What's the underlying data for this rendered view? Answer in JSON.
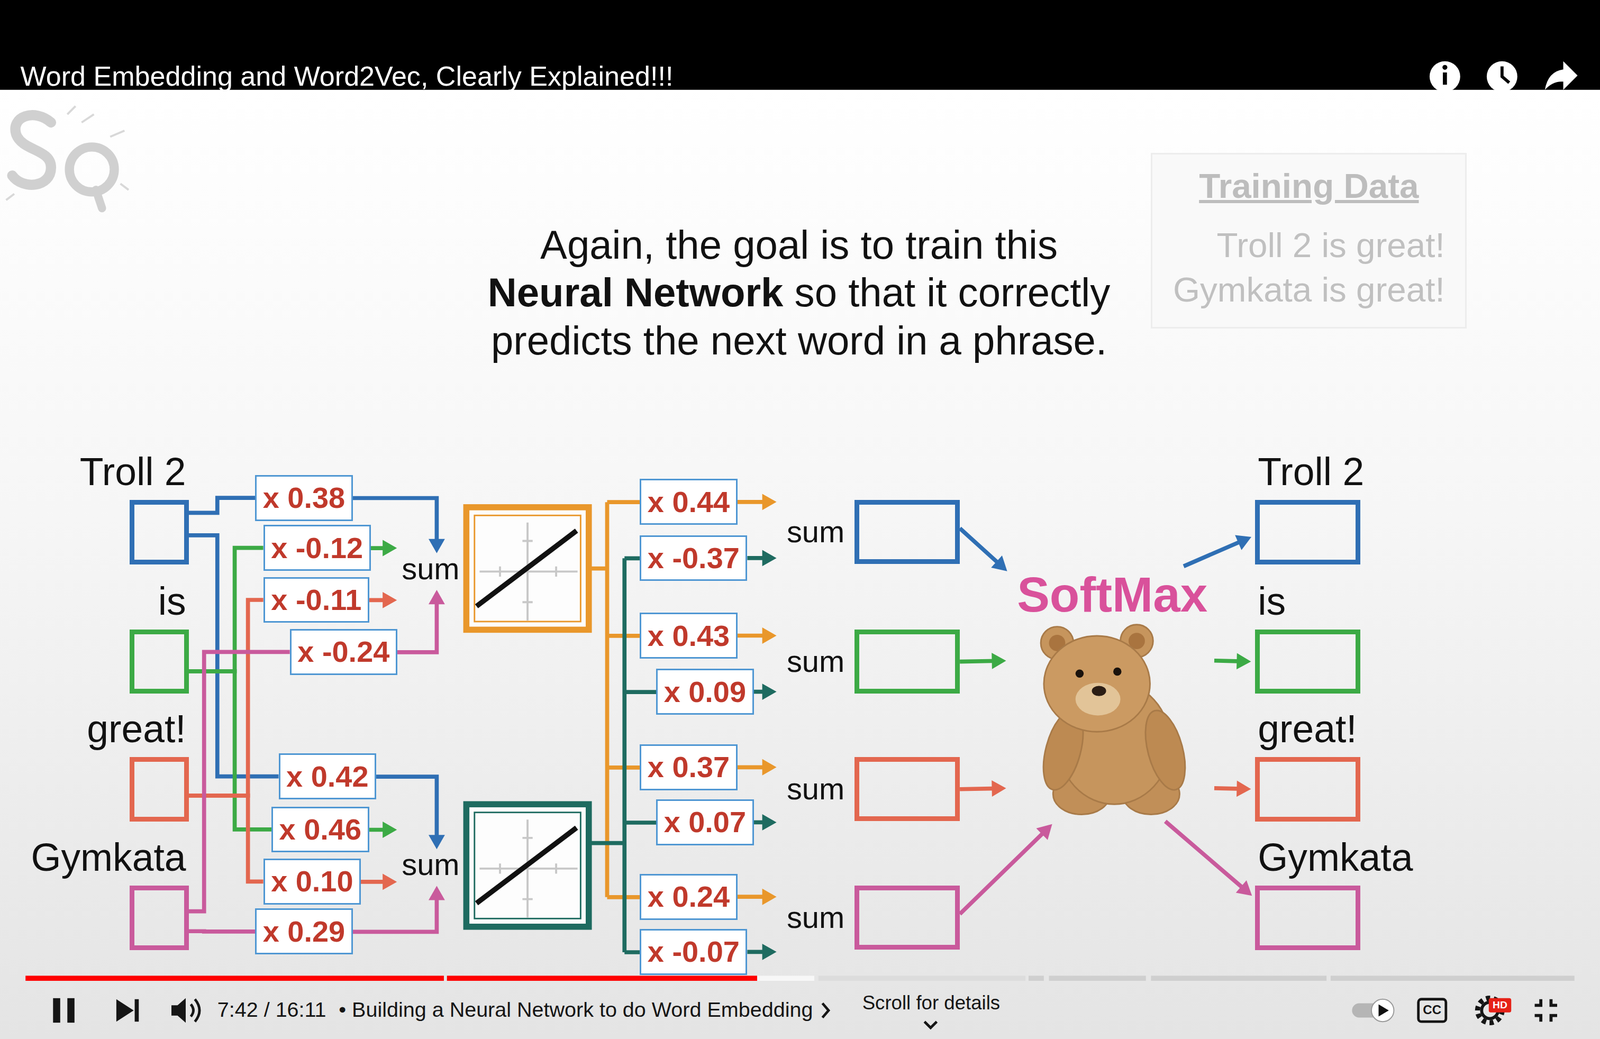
{
  "diagram": {
    "title": "Word Embedding and Word2Vec, Clearly Explained!!!",
    "nodes": [
      {
        "text": [
          "Training Data",
          "Troll 2 is great!",
          "Gymkata is great!"
        ]
      },
      {
        "text": [
          "Troll 2"
        ]
      },
      {
        "text": [
          "is"
        ]
      },
      {
        "text": [
          "great!"
        ]
      },
      {
        "text": [
          "Gymkata"
        ]
      },
      {
        "text": [
          "x 0.38"
        ]
      },
      {
        "text": [
          "x -0.12"
        ]
      },
      {
        "text": [
          "x -0.11"
        ]
      },
      {
        "text": [
          "x -0.24"
        ]
      },
      {
        "text": [
          "x 0.42"
        ]
      },
      {
        "text": [
          "x 0.46"
        ]
      },
      {
        "text": [
          "x 0.10"
        ]
      },
      {
        "text": [
          "x 0.29"
        ]
      },
      {
        "text": [
          "x 0.44"
        ]
      },
      {
        "text": [
          "x -0.37"
        ]
      },
      {
        "text": [
          "x 0.43"
        ]
      },
      {
        "text": [
          "x 0.09"
        ]
      },
      {
        "text": [
          "x 0.37"
        ]
      },
      {
        "text": [
          "x 0.07"
        ]
      },
      {
        "text": [
          "x 0.24"
        ]
      },
      {
        "text": [
          "x -0.07"
        ]
      },
      {
        "text": [
          "sum"
        ]
      },
      {
        "text": [
          "sum"
        ]
      },
      {
        "text": [
          "sum"
        ]
      },
      {
        "text": [
          "sum"
        ]
      },
      {
        "text": [
          "SoftMax"
        ]
      },
      {
        "text": [
          "Troll 2"
        ]
      },
      {
        "text": [
          "is"
        ]
      },
      {
        "text": [
          "great!"
        ]
      },
      {
        "text": [
          "Gymkata"
        ]
      }
    ],
    "edges": [
      {
        "from": 1,
        "to": 5,
        "arrow": "none"
      },
      {
        "from": 1,
        "to": 9,
        "arrow": "none"
      },
      {
        "from": 2,
        "to": 6,
        "arrow": "none"
      },
      {
        "from": 2,
        "to": 10,
        "arrow": "none"
      },
      {
        "from": 3,
        "to": 7,
        "arrow": "none"
      },
      {
        "from": 3,
        "to": 11,
        "arrow": "none"
      },
      {
        "from": 4,
        "to": 8,
        "arrow": "none"
      },
      {
        "from": 4,
        "to": 12,
        "arrow": "none"
      },
      {
        "from": 13,
        "to": 21,
        "arrow": "to"
      },
      {
        "from": 14,
        "to": 21,
        "arrow": "to"
      },
      {
        "from": 15,
        "to": 22,
        "arrow": "to"
      },
      {
        "from": 16,
        "to": 22,
        "arrow": "to"
      },
      {
        "from": 17,
        "to": 23,
        "arrow": "to"
      },
      {
        "from": 18,
        "to": 23,
        "arrow": "to"
      },
      {
        "from": 19,
        "to": 24,
        "arrow": "to"
      },
      {
        "from": 20,
        "to": 24,
        "arrow": "to"
      },
      {
        "from": 21,
        "to": 25,
        "arrow": "to"
      },
      {
        "from": 22,
        "to": 25,
        "arrow": "to"
      },
      {
        "from": 23,
        "to": 25,
        "arrow": "to"
      },
      {
        "from": 24,
        "to": 25,
        "arrow": "to"
      },
      {
        "from": 25,
        "to": 26,
        "arrow": "to"
      },
      {
        "from": 25,
        "to": 27,
        "arrow": "to"
      },
      {
        "from": 25,
        "to": 28,
        "arrow": "to"
      },
      {
        "from": 25,
        "to": 29,
        "arrow": "to"
      }
    ],
    "labels": [
      "Again, the goal is to train this",
      "Neural Network",
      "so that it correctly predicts the next word in a phrase.",
      "sum",
      "sum",
      "7:42 / 16:11",
      "• Building a Neural Network to do Word Embedding",
      "Scroll for details",
      "CC",
      "HD"
    ]
  }
}
